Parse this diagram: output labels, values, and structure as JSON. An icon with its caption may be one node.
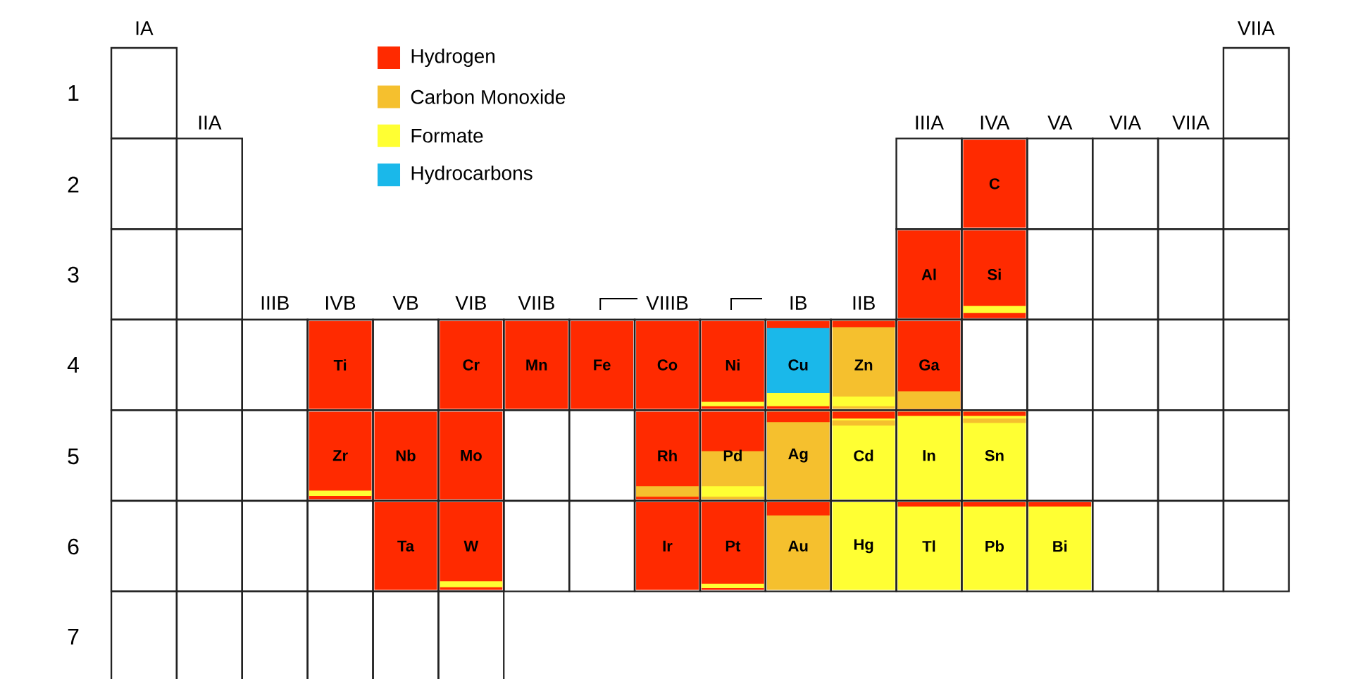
{
  "diagram": {
    "nodes": [
      {
        "text": [],
        "shape": "box"
      },
      {
        "text": [],
        "shape": "box"
      },
      {
        "text": [],
        "shape": "box"
      },
      {
        "text": [],
        "shape": "box"
      },
      {
        "text": [],
        "shape": "box"
      },
      {
        "text": [
          "C"
        ]
      },
      {
        "text": [],
        "shape": "box"
      },
      {
        "text": [],
        "shape": "box"
      },
      {
        "text": [],
        "shape": "box"
      },
      {
        "text": [],
        "shape": "box"
      },
      {
        "text": [],
        "shape": "box"
      },
      {
        "text": [],
        "shape": "box"
      },
      {
        "text": [
          "Al"
        ]
      },
      {
        "text": [
          "Si"
        ]
      },
      {
        "text": [],
        "shape": "box"
      },
      {
        "text": [],
        "shape": "box"
      },
      {
        "text": [],
        "shape": "box"
      },
      {
        "text": [],
        "shape": "box"
      },
      {
        "text": [],
        "shape": "box"
      },
      {
        "text": [],
        "shape": "box"
      },
      {
        "text": [],
        "shape": "box"
      },
      {
        "text": [
          "Ti"
        ]
      },
      {
        "text": [],
        "shape": "box"
      },
      {
        "text": [
          "Cr"
        ]
      },
      {
        "text": [
          "Mn"
        ]
      },
      {
        "text": [
          "Fe"
        ]
      },
      {
        "text": [
          "Co"
        ]
      },
      {
        "text": [
          "Ni"
        ]
      },
      {
        "text": [
          "Cu"
        ]
      },
      {
        "text": [
          "Zn"
        ]
      },
      {
        "text": [
          "Ga"
        ]
      },
      {
        "text": [],
        "shape": "box"
      },
      {
        "text": [],
        "shape": "box"
      },
      {
        "text": [],
        "shape": "box"
      },
      {
        "text": [],
        "shape": "box"
      },
      {
        "text": [],
        "shape": "box"
      },
      {
        "text": [],
        "shape": "box"
      },
      {
        "text": [],
        "shape": "box"
      },
      {
        "text": [],
        "shape": "box"
      },
      {
        "text": [
          "Zr"
        ]
      },
      {
        "text": [
          "Nb"
        ]
      },
      {
        "text": [
          "Mo"
        ]
      },
      {
        "text": [],
        "shape": "box"
      },
      {
        "text": [],
        "shape": "box"
      },
      {
        "text": [
          "Rh"
        ]
      },
      {
        "text": [
          "Pd"
        ]
      },
      {
        "text": [
          "Ag"
        ]
      },
      {
        "text": [
          "Cd"
        ]
      },
      {
        "text": [
          "In"
        ]
      },
      {
        "text": [
          "Sn"
        ]
      },
      {
        "text": [],
        "shape": "box"
      },
      {
        "text": [],
        "shape": "box"
      },
      {
        "text": [],
        "shape": "box"
      },
      {
        "text": [],
        "shape": "box"
      },
      {
        "text": [],
        "shape": "box"
      },
      {
        "text": [],
        "shape": "box"
      },
      {
        "text": [],
        "shape": "box"
      },
      {
        "text": [],
        "shape": "box"
      },
      {
        "text": [
          "Ta"
        ]
      },
      {
        "text": [
          "W"
        ]
      },
      {
        "text": [],
        "shape": "box"
      },
      {
        "text": [],
        "shape": "box"
      },
      {
        "text": [
          "Ir"
        ]
      },
      {
        "text": [
          "Pt"
        ]
      },
      {
        "text": [
          "Au"
        ]
      },
      {
        "text": [
          "Hg"
        ]
      },
      {
        "text": [
          "Tl"
        ]
      },
      {
        "text": [
          "Pb"
        ]
      },
      {
        "text": [
          "Bi"
        ]
      },
      {
        "text": [],
        "shape": "box"
      },
      {
        "text": [],
        "shape": "box"
      },
      {
        "text": [],
        "shape": "box"
      },
      {
        "text": [],
        "shape": "box"
      },
      {
        "text": [],
        "shape": "box"
      },
      {
        "text": [],
        "shape": "box"
      },
      {
        "text": [],
        "shape": "box"
      },
      {
        "text": [],
        "shape": "box"
      },
      {
        "text": [],
        "shape": "box"
      }
    ],
    "labels": [
      "IA",
      "VIIA",
      "1",
      "IIA",
      "IIIA",
      "IVA",
      "VA",
      "VIA",
      "VIIA",
      "2",
      "3",
      "IIIB",
      "IVB",
      "VB",
      "VIB",
      "VIIB",
      "VIIIB",
      "IB",
      "IIB",
      "4",
      "5",
      "6",
      "7"
    ],
    "legend": [
      {
        "text": "Hydrogen",
        "color": "#ff2a00"
      },
      {
        "text": "Carbon Monoxide",
        "color": "#f5c02e"
      },
      {
        "text": "Formate",
        "color": "#ffff33"
      },
      {
        "text": "Hydrocarbons",
        "color": "#1ab8ea"
      }
    ]
  }
}
